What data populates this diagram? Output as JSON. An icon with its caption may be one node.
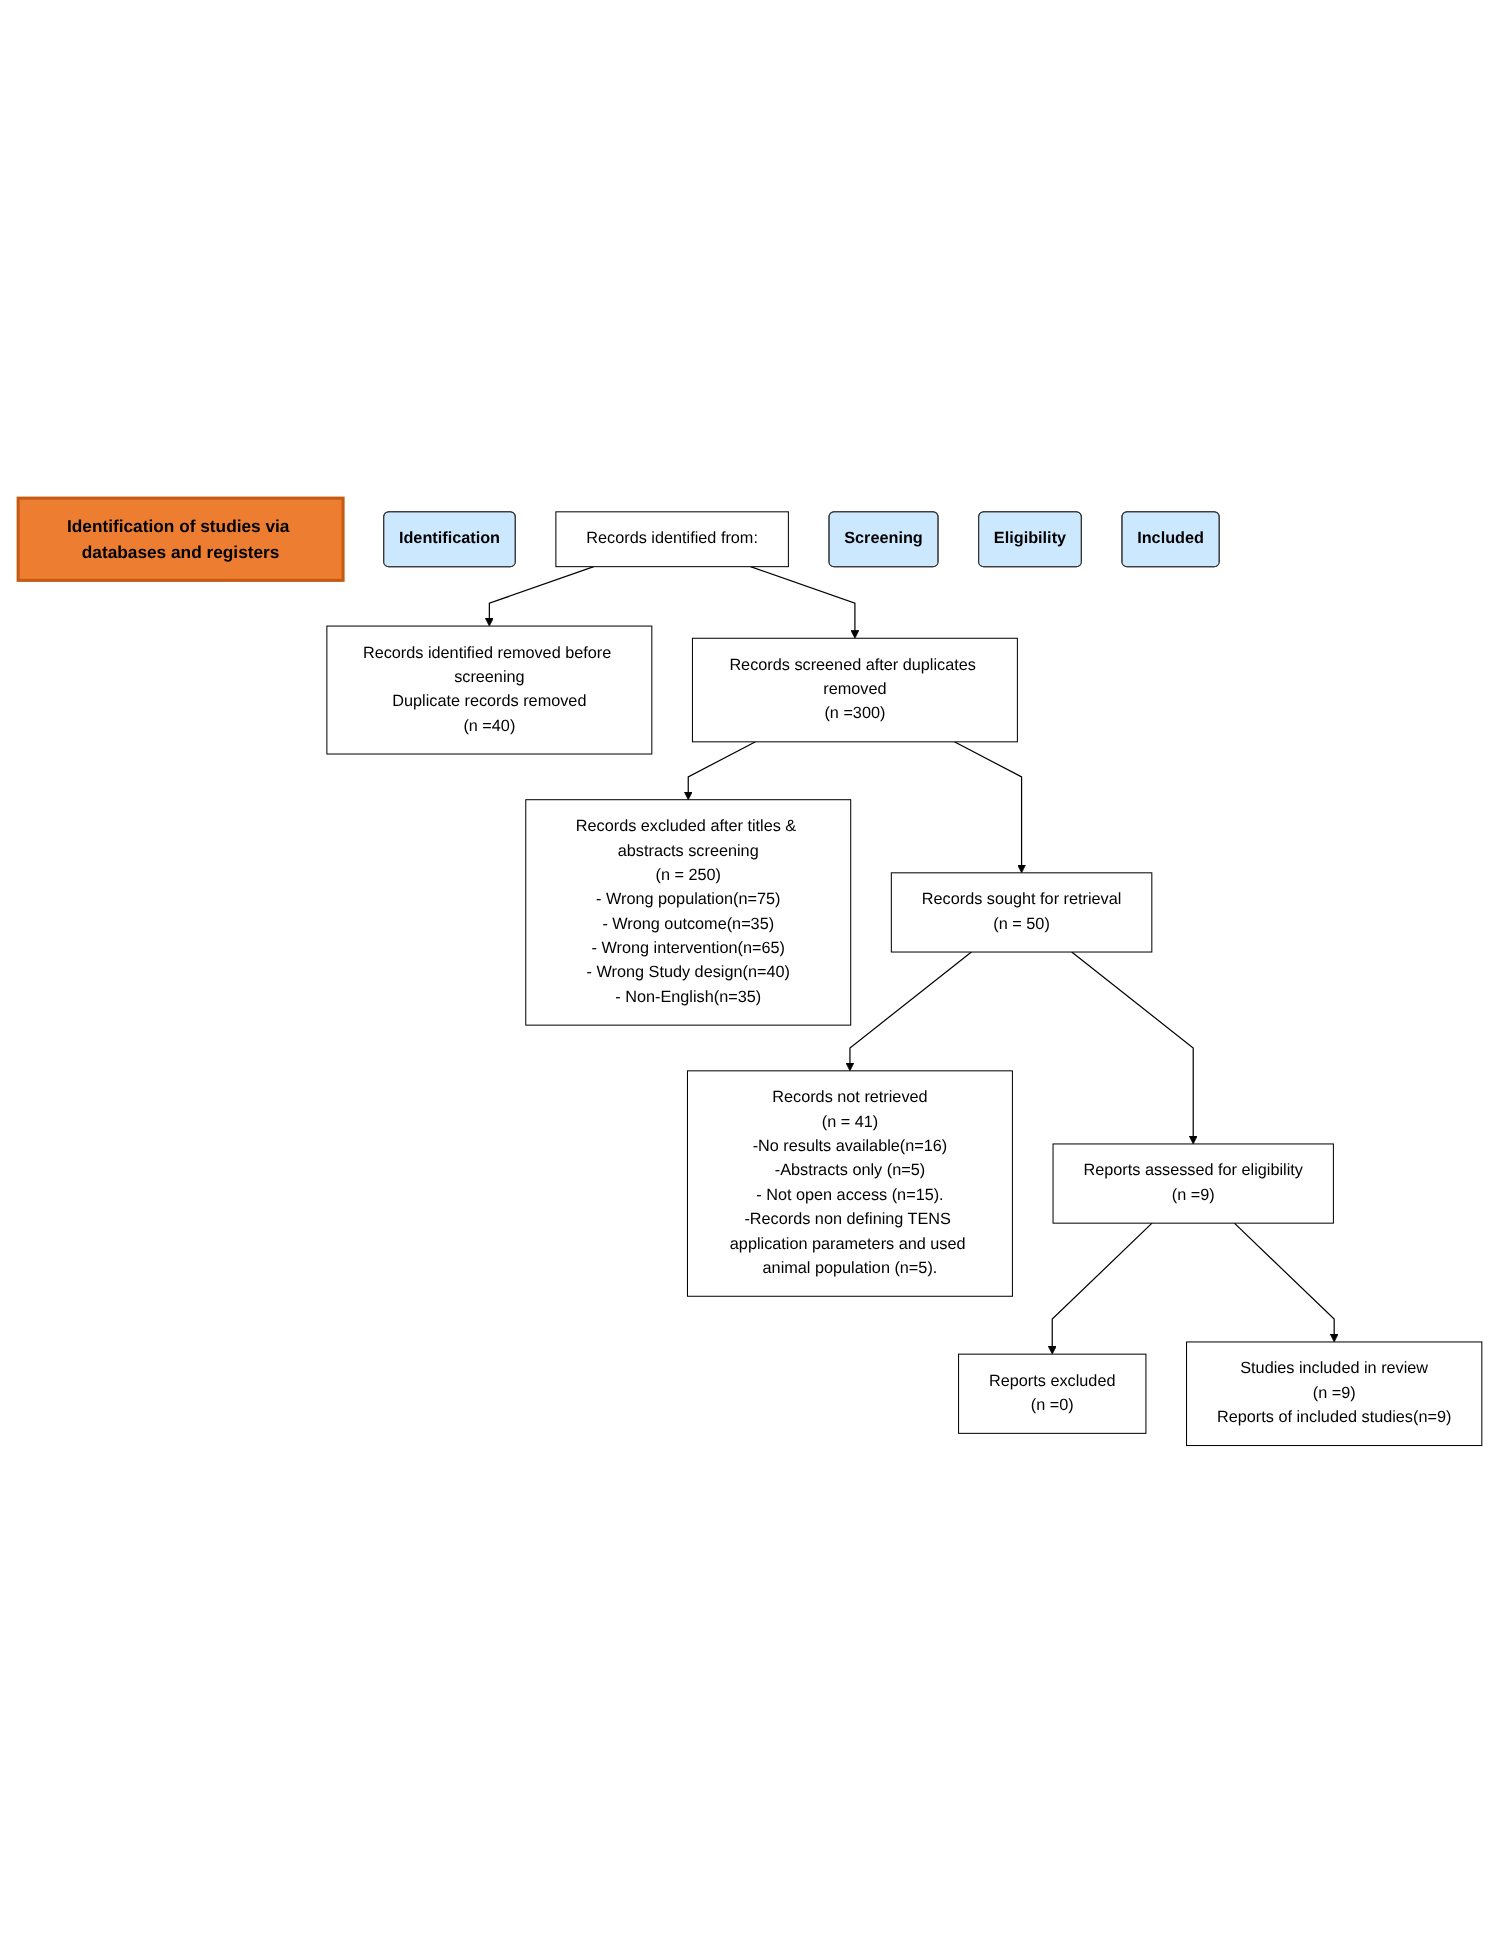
{
  "diagram": {
    "nodes": [
      {
        "text": [
          "Identification of studies via databases and registers"
        ]
      },
      {
        "text": [
          "Identification"
        ]
      },
      {
        "text": [
          "Records identified from:"
        ]
      },
      {
        "text": [
          "Records identified removed before screening",
          "Duplicate records removed",
          "(n =40)"
        ]
      },
      {
        "text": [
          "Screening"
        ]
      },
      {
        "text": [
          "Records screened after duplicates removed",
          "(n =300)"
        ]
      },
      {
        "text": [
          "Records excluded after titles & abstracts screening",
          "(n = 250)",
          "- Wrong population(n=75)",
          "- Wrong outcome(n=35)",
          "- Wrong intervention(n=65)",
          "- Wrong Study design(n=40)",
          "- Non-English(n=35)"
        ]
      },
      {
        "text": [
          "Eligibility"
        ]
      },
      {
        "text": [
          "Records sought for retrieval",
          "(n = 50)"
        ]
      },
      {
        "text": [
          "Records not retrieved",
          "(n = 41)",
          "-No results available(n=16)",
          "-Abstracts only (n=5)",
          "- Not open access (n=15).",
          "-Records non defining TENS application parameters and used animal population (n=5)."
        ]
      },
      {
        "text": [
          "Reports assessed for eligibility",
          "(n =9)"
        ]
      },
      {
        "text": [
          "Reports excluded",
          "(n =0)"
        ]
      },
      {
        "text": [
          "Included"
        ]
      },
      {
        "text": [
          "Studies included in review",
          "(n =9)",
          "Reports of included studies(n=9)"
        ]
      }
    ],
    "edges": [
      {
        "from": 2,
        "to": 3,
        "arrow": "to"
      },
      {
        "from": 2,
        "to": 5,
        "arrow": "to"
      },
      {
        "from": 5,
        "to": 6,
        "arrow": "to"
      },
      {
        "from": 5,
        "to": 8,
        "arrow": "to"
      },
      {
        "from": 8,
        "to": 9,
        "arrow": "to"
      },
      {
        "from": 8,
        "to": 10,
        "arrow": "to"
      },
      {
        "from": 10,
        "to": 11,
        "arrow": "to"
      },
      {
        "from": 10,
        "to": 13,
        "arrow": "to"
      }
    ]
  }
}
